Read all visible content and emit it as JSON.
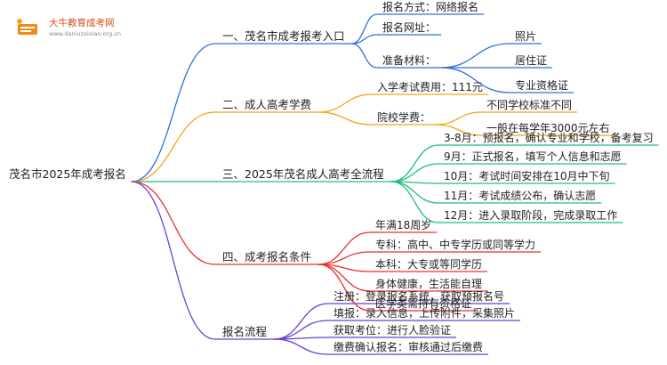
{
  "logo": {
    "title": "大牛教育成考网",
    "subtitle": "www.daniuzaixian.org.cn"
  },
  "colors": {
    "blue": "#2f6fe0",
    "orange": "#f2a516",
    "green": "#1fbf7b",
    "red": "#e8302f",
    "purple": "#6a3fd1"
  },
  "root": "茂名市2025年成考报名",
  "branches": [
    {
      "label": "一、茂名市成考报考入口",
      "children": [
        {
          "label": "报名方式：网络报名"
        },
        {
          "label": "报名网址："
        },
        {
          "label": "准备材料：",
          "children": [
            "照片",
            "居住证",
            "专业资格证"
          ]
        }
      ]
    },
    {
      "label": "二、成人高考学费",
      "children": [
        {
          "label": "入学考试费用：111元"
        },
        {
          "label": "院校学费：",
          "children": [
            "不同学校标准不同",
            "一般在每学年3000元左右"
          ]
        }
      ]
    },
    {
      "label": "三、2025年茂名成人高考全流程",
      "children": [
        {
          "label": "3-8月：预报名，确认专业和学校，备考复习"
        },
        {
          "label": "9月：正式报名，填写个人信息和志愿"
        },
        {
          "label": "10月：考试时间安排在10月中下旬"
        },
        {
          "label": "11月：考试成绩公布，确认志愿"
        },
        {
          "label": "12月：进入录取阶段，完成录取工作"
        }
      ]
    },
    {
      "label": "四、成考报名条件",
      "children": [
        {
          "label": "年满18周岁"
        },
        {
          "label": "专科：高中、中专学历或同等学力"
        },
        {
          "label": "本科：大专或等同学历"
        },
        {
          "label": "身体健康，生活能自理"
        },
        {
          "label": "医学类需持有资格证"
        }
      ]
    },
    {
      "label": "报名流程",
      "children": [
        {
          "label": "注册：登录报名系统，获取预报名号"
        },
        {
          "label": "填报：录入信息，上传附件，采集照片"
        },
        {
          "label": "获取考位：进行人脸验证"
        },
        {
          "label": "缴费确认报名：审核通过后缴费"
        }
      ]
    }
  ]
}
